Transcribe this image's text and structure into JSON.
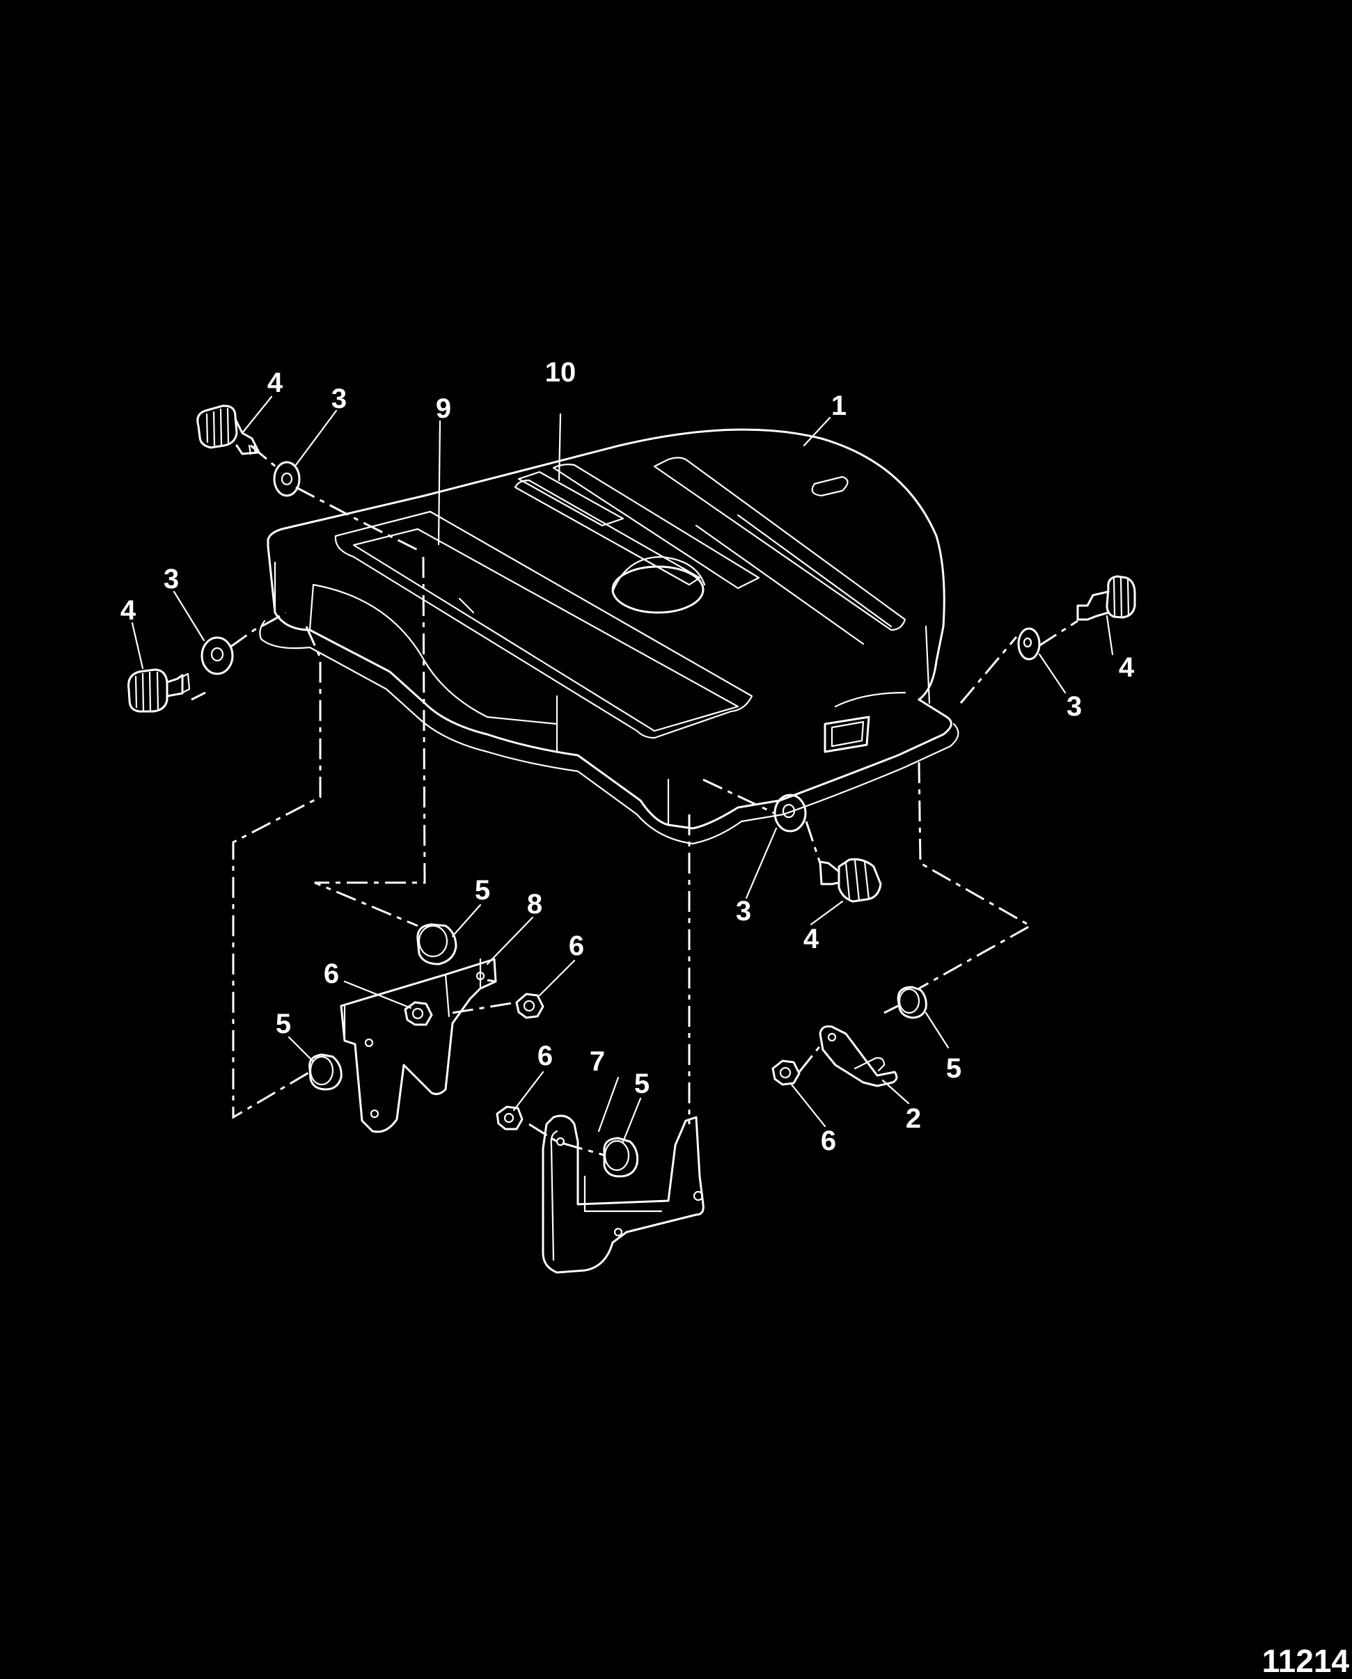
{
  "figure_number": "11214",
  "background_color": "#000000",
  "line_color": "#ffffff",
  "callouts": [
    {
      "id": "c10",
      "label": "10"
    },
    {
      "id": "c1",
      "label": "1"
    },
    {
      "id": "c9",
      "label": "9"
    },
    {
      "id": "c4a",
      "label": "4"
    },
    {
      "id": "c3a",
      "label": "3"
    },
    {
      "id": "c3b",
      "label": "3"
    },
    {
      "id": "c4b",
      "label": "4"
    },
    {
      "id": "c4c",
      "label": "4"
    },
    {
      "id": "c3c",
      "label": "3"
    },
    {
      "id": "c3d",
      "label": "3"
    },
    {
      "id": "c4d",
      "label": "4"
    },
    {
      "id": "c5a",
      "label": "5"
    },
    {
      "id": "c8",
      "label": "8"
    },
    {
      "id": "c6a",
      "label": "6"
    },
    {
      "id": "c6b",
      "label": "6"
    },
    {
      "id": "c5b",
      "label": "5"
    },
    {
      "id": "c6c",
      "label": "6"
    },
    {
      "id": "c7",
      "label": "7"
    },
    {
      "id": "c5c",
      "label": "5"
    },
    {
      "id": "c5d",
      "label": "5"
    },
    {
      "id": "c6d",
      "label": "6"
    },
    {
      "id": "c2",
      "label": "2"
    }
  ]
}
